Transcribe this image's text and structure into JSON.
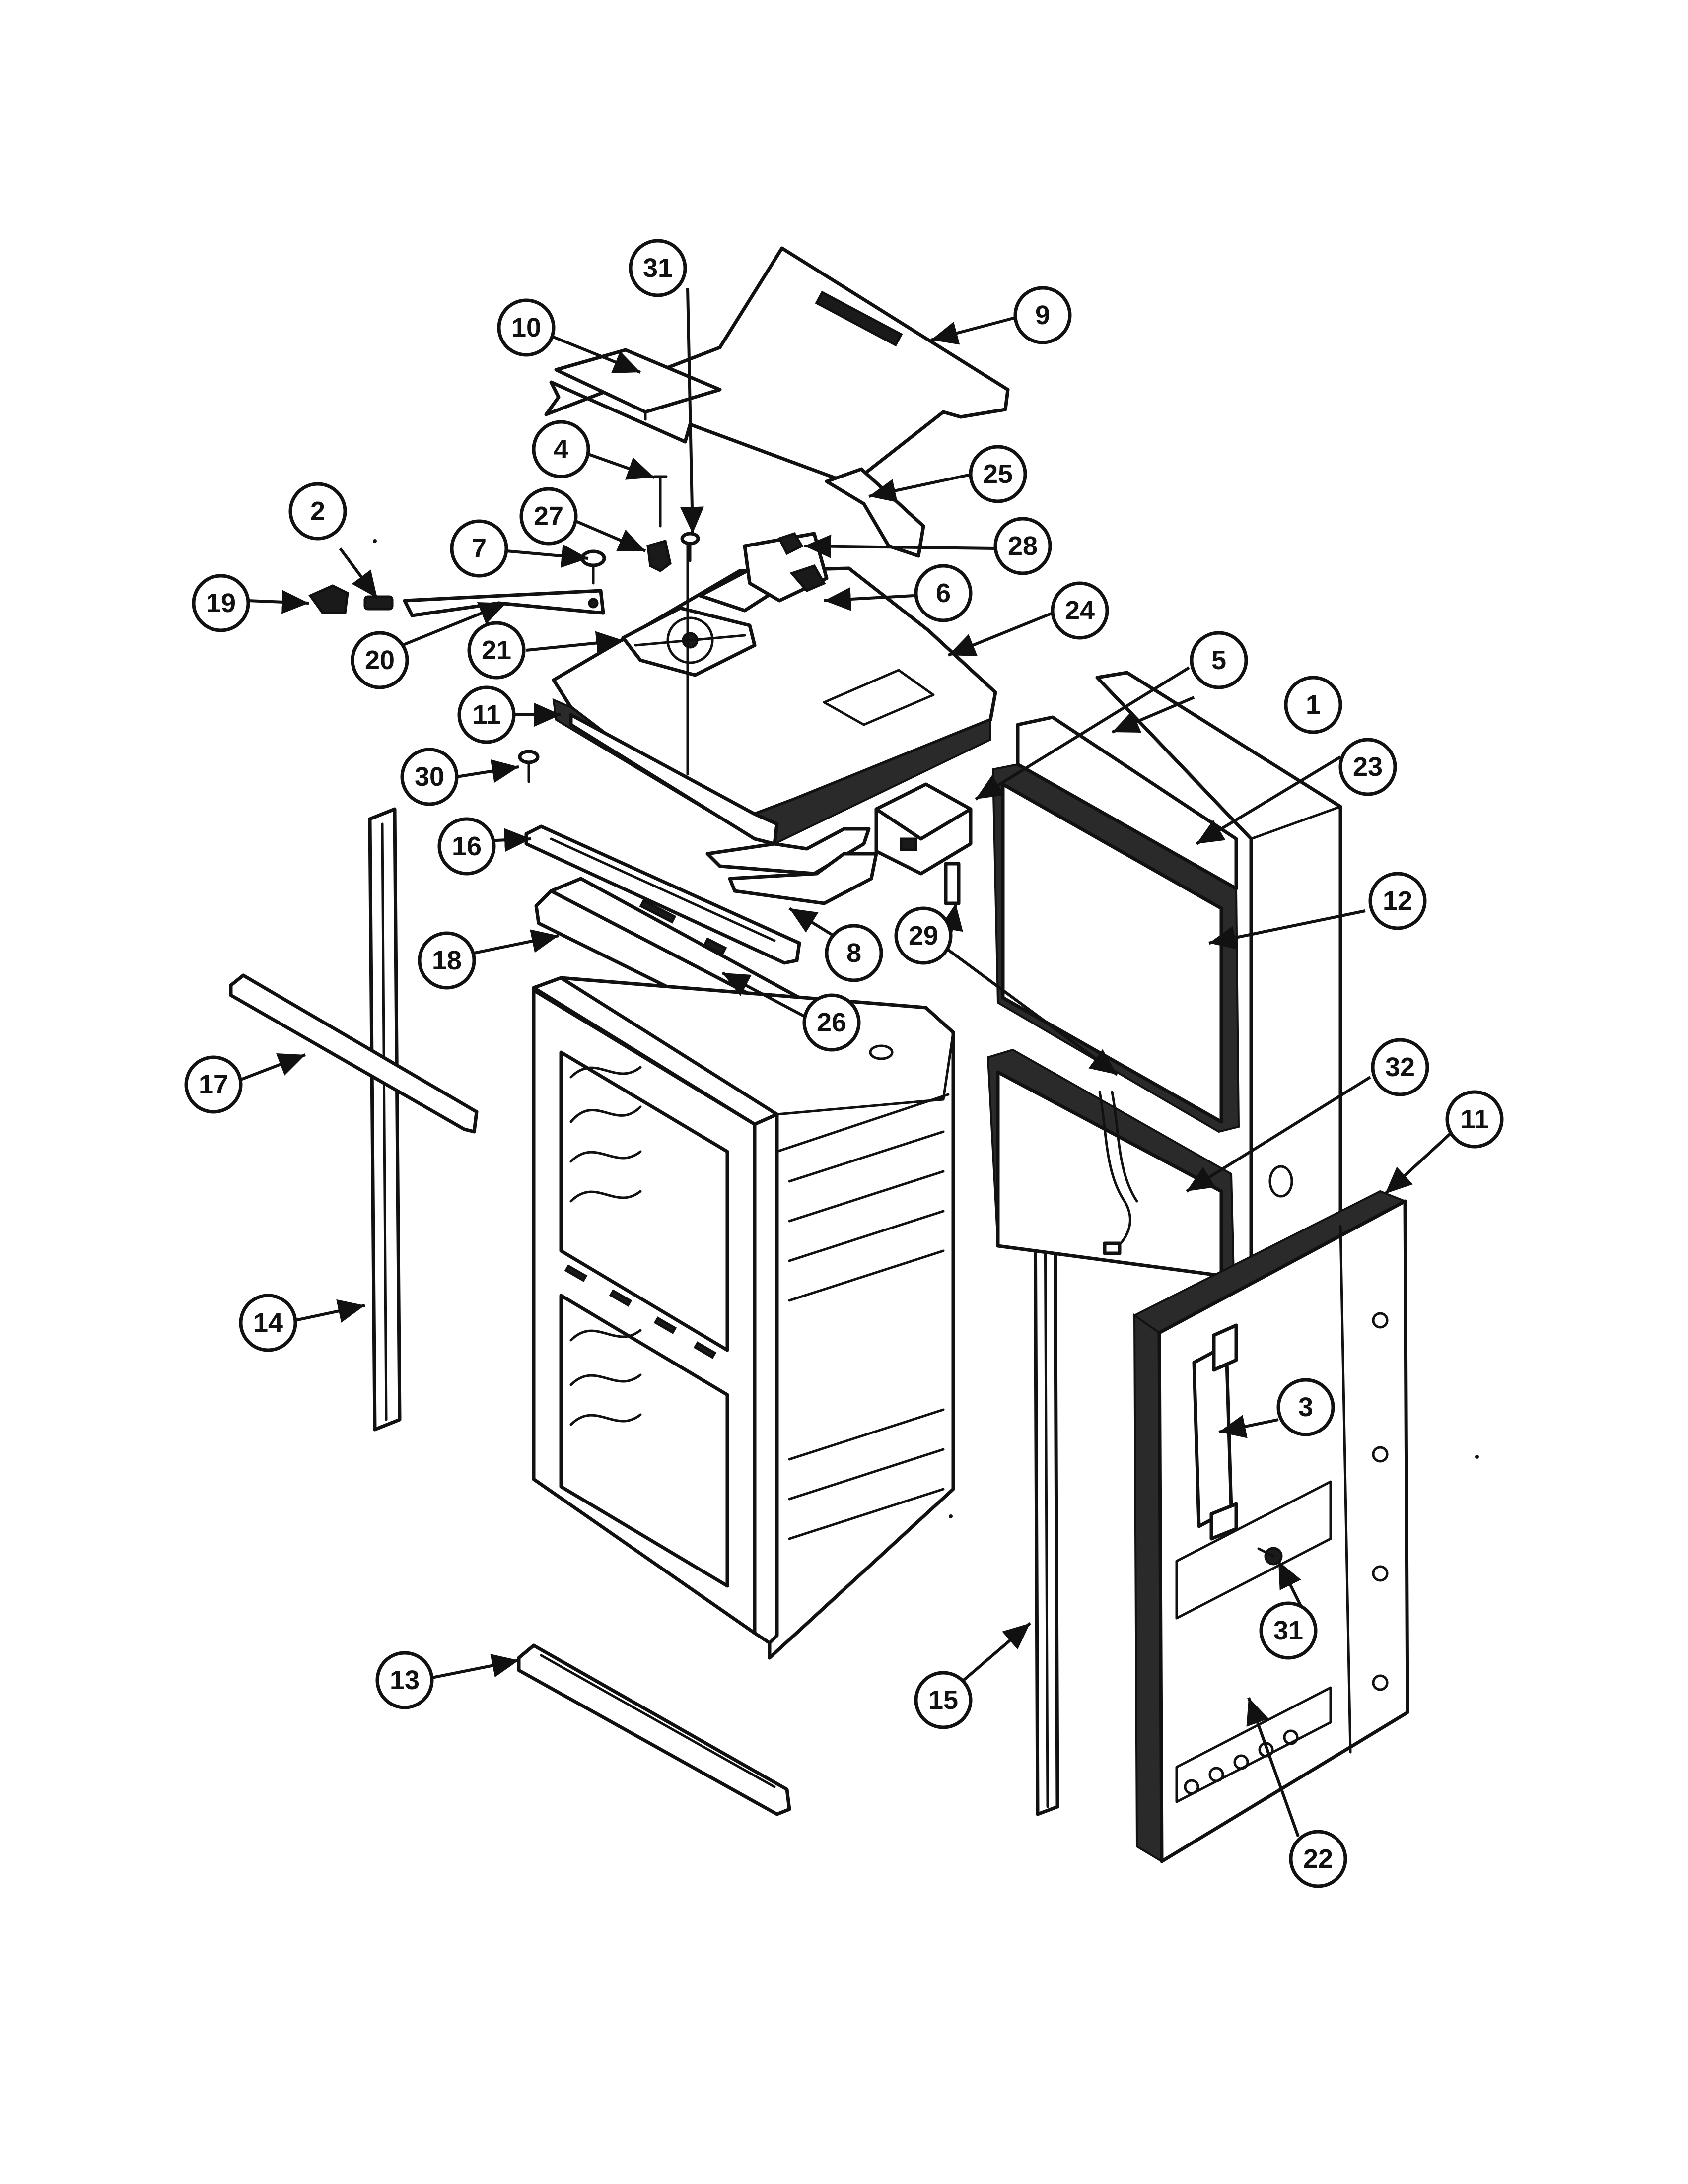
{
  "callouts": [
    "1",
    "2",
    "3",
    "4",
    "5",
    "6",
    "7",
    "8",
    "9",
    "10",
    "11",
    "12",
    "13",
    "14",
    "15",
    "16",
    "17",
    "18",
    "19",
    "20",
    "21",
    "22",
    "23",
    "24",
    "25",
    "26",
    "27",
    "28",
    "29",
    "30",
    "31",
    "31",
    "32",
    "11"
  ]
}
